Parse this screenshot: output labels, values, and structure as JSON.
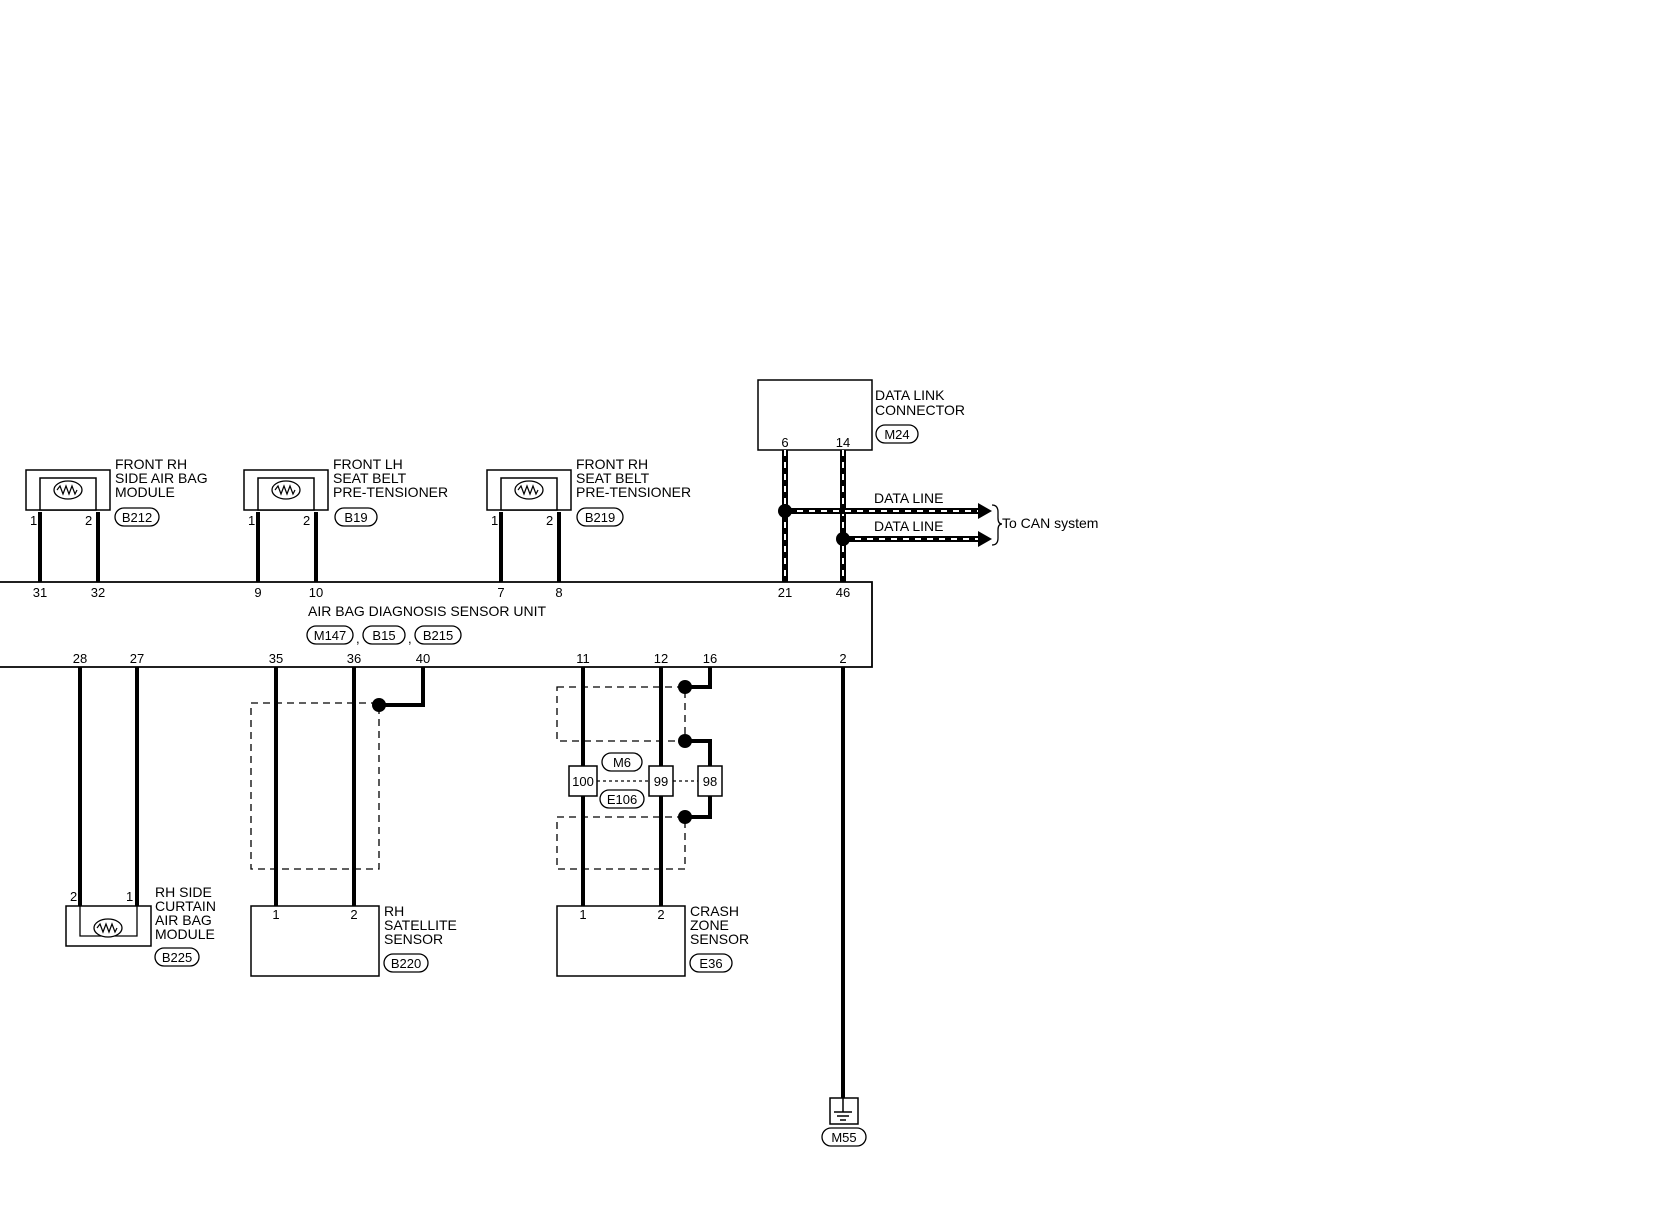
{
  "components": {
    "front_rh_side_airbag": {
      "lines": [
        "FRONT RH",
        "SIDE AIR BAG",
        "MODULE"
      ],
      "connector": "B212",
      "pins": [
        "1",
        "2"
      ]
    },
    "front_lh_pretensioner": {
      "lines": [
        "FRONT LH",
        "SEAT BELT",
        "PRE-TENSIONER"
      ],
      "connector": "B19",
      "pins": [
        "1",
        "2"
      ]
    },
    "front_rh_pretensioner": {
      "lines": [
        "FRONT RH",
        "SEAT BELT",
        "PRE-TENSIONER"
      ],
      "connector": "B219",
      "pins": [
        "1",
        "2"
      ]
    },
    "data_link_connector": {
      "lines": [
        "DATA LINK",
        "CONNECTOR"
      ],
      "connector": "M24",
      "pins": [
        "6",
        "14"
      ]
    },
    "rh_side_curtain": {
      "lines": [
        "RH SIDE",
        "CURTAIN",
        "AIR BAG",
        "MODULE"
      ],
      "connector": "B225",
      "pins": [
        "2",
        "1"
      ]
    },
    "rh_satellite_sensor": {
      "lines": [
        "RH",
        "SATELLITE",
        "SENSOR"
      ],
      "connector": "B220",
      "pins": [
        "1",
        "2"
      ]
    },
    "crash_zone_sensor": {
      "lines": [
        "CRASH",
        "ZONE",
        "SENSOR"
      ],
      "connector": "E36",
      "pins": [
        "1",
        "2"
      ]
    }
  },
  "control_unit": {
    "title": "AIR BAG DIAGNOSIS SENSOR UNIT",
    "connectors": [
      "M147",
      "B15",
      "B215"
    ],
    "separator": ",",
    "top_pins": [
      "31",
      "32",
      "9",
      "10",
      "7",
      "8",
      "21",
      "46"
    ],
    "bottom_pins": [
      "28",
      "27",
      "35",
      "36",
      "40",
      "11",
      "12",
      "16",
      "2"
    ]
  },
  "harness_joint": {
    "connectors": [
      "M6",
      "E106"
    ],
    "terminals": [
      "100",
      "99",
      "98"
    ]
  },
  "data_lines": {
    "line1": "DATA LINE",
    "line2": "DATA LINE",
    "destination": "To CAN system"
  },
  "ground": {
    "connector": "M55"
  }
}
